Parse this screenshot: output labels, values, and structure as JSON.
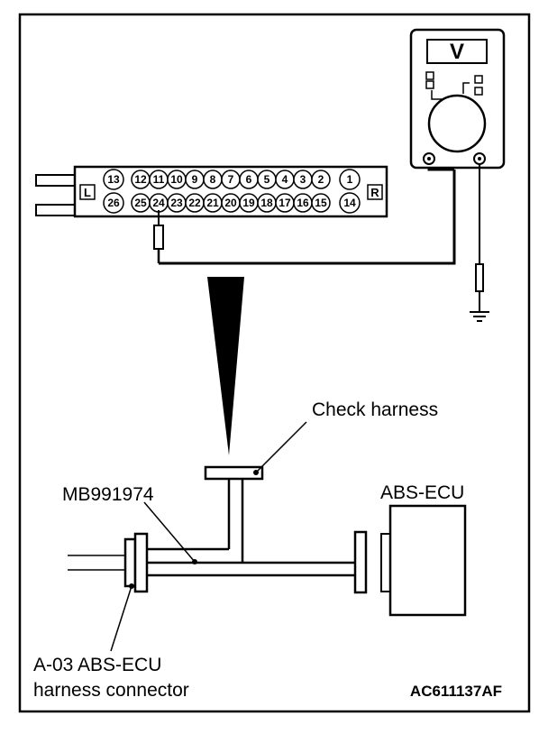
{
  "connector": {
    "left_label": "L",
    "right_label": "R",
    "top_pins": [
      "13",
      "12",
      "11",
      "10",
      "9",
      "8",
      "7",
      "6",
      "5",
      "4",
      "3",
      "2",
      "1"
    ],
    "bottom_pins": [
      "26",
      "25",
      "24",
      "23",
      "22",
      "21",
      "20",
      "19",
      "18",
      "17",
      "16",
      "15",
      "14"
    ]
  },
  "meter": {
    "display": "V"
  },
  "labels": {
    "check_harness": "Check harness",
    "tool": "MB991974",
    "ecu": "ABS-ECU",
    "harness_line1": "A-03 ABS-ECU",
    "harness_line2": "harness connector",
    "figure_code": "AC611137AF"
  }
}
